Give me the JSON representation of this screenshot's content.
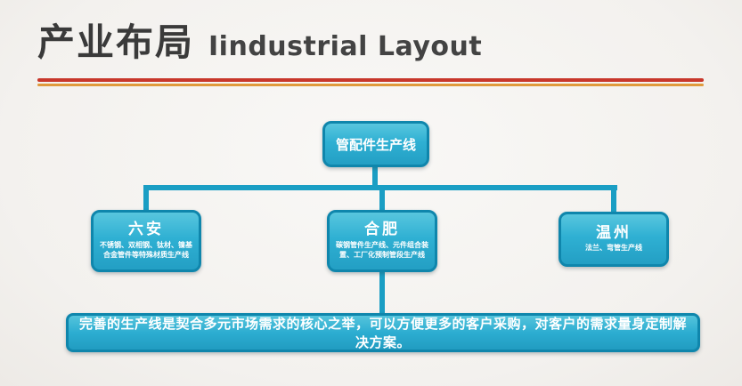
{
  "header": {
    "title_cn": "产业布局",
    "title_en": "Iindustrial Layout"
  },
  "colors": {
    "box_fill": "#2fb0d3",
    "box_border": "#0f86ac",
    "connector": "#1a9ec4",
    "rule_red": "#c8372b",
    "rule_orange": "#e09a3c",
    "title_text": "#3a3a3a",
    "box_text": "#ffffff"
  },
  "diagram": {
    "root": {
      "label": "管配件生产线"
    },
    "children": [
      {
        "title": "六安",
        "desc": "不锈钢、双相钢、钛材、镍基合金管件等特殊材质生产线"
      },
      {
        "title": "合肥",
        "desc": "碳钢管件生产线、元件组合装置、工厂化预制管段生产线"
      },
      {
        "title": "温州",
        "desc": "法兰、弯管生产线"
      }
    ],
    "summary": "完善的生产线是契合多元市场需求的核心之举，可以方便更多的客户采购，对客户的需求量身定制解决方案。"
  }
}
